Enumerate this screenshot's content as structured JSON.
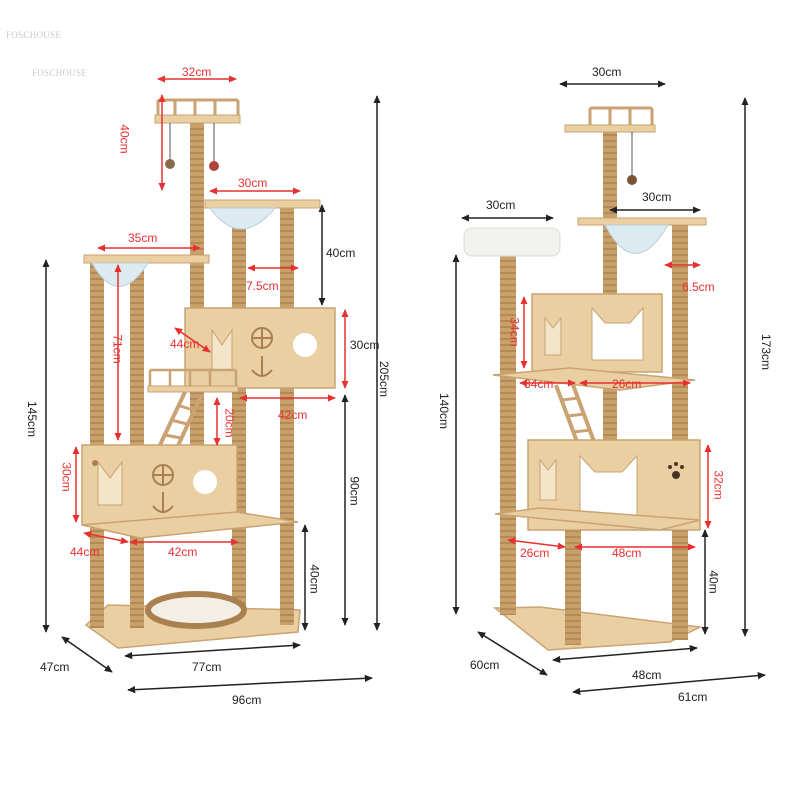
{
  "brand": {
    "watermark_1": "FOSCHOUSE",
    "watermark_2": "FOSCHOUSE",
    "tag": "foschouse"
  },
  "colors": {
    "wood": "#e9cfa2",
    "wood_dark": "#c9a373",
    "sisal": "#c9a06a",
    "annotation_red": "#e8312f",
    "annotation_black": "#222222",
    "cushion": "#f2f2ee",
    "bowl": "#dcebf1"
  },
  "left_tower": {
    "labels": {
      "top_width": "32cm",
      "top_height": "40cm",
      "second_width": "30cm",
      "second_height": "40cm",
      "left_platform_width": "35cm",
      "post_gap": "7.5cm",
      "left_post": "71cm",
      "upper_house_depth": "44cm",
      "upper_house_height": "30cm",
      "ladder_height": "20cm",
      "upper_house_width": "42cm",
      "lower_house_height": "30cm",
      "lower_house_depth": "44cm",
      "lower_house_width": "42cm",
      "base_height": "40cm",
      "mid_height": "90cm",
      "overall_height": "205cm",
      "left_height": "145cm",
      "base_depth": "47cm",
      "base_width": "77cm",
      "overall_width": "96cm"
    }
  },
  "right_tower": {
    "labels": {
      "top_width": "30cm",
      "cushion_width": "30cm",
      "bowl_width": "30cm",
      "post_gap": "6.5cm",
      "house_height": "34cm",
      "house_depth": "34cm",
      "house_width": "26cm",
      "left_height": "140cm",
      "overall_height": "173cm",
      "lower_house_height": "32cm",
      "lower_house_depth": "26cm",
      "lower_house_width": "48cm",
      "base_height": "40m",
      "base_depth": "60cm",
      "base_width": "48cm",
      "overall_width": "61cm"
    }
  }
}
